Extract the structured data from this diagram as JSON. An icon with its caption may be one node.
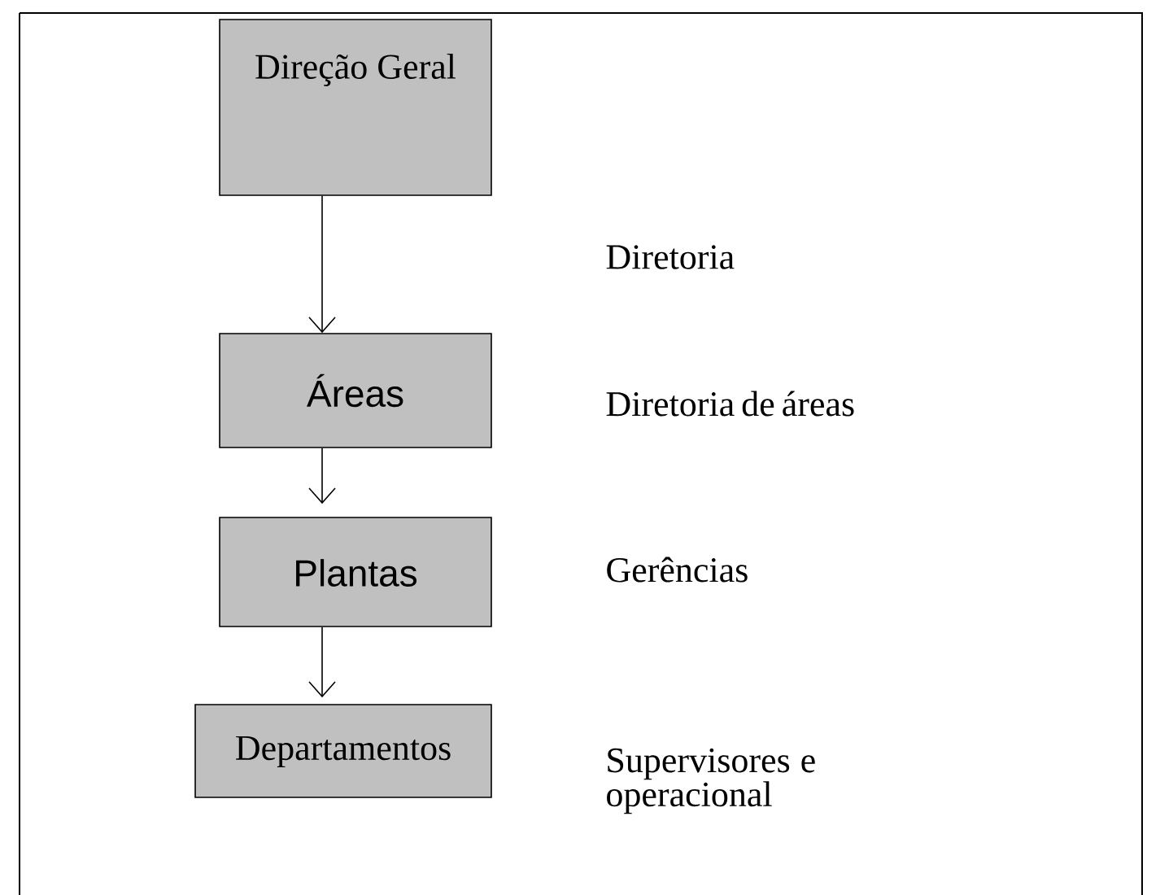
{
  "diagram": {
    "nodes": [
      {
        "text": [
          "Direção Geral"
        ]
      },
      {
        "text": [
          "Áreas"
        ]
      },
      {
        "text": [
          "Plantas"
        ]
      },
      {
        "text": [
          "Departamentos"
        ]
      }
    ],
    "edges": [
      {
        "from": 0,
        "to": 1,
        "arrow": "to"
      },
      {
        "from": 1,
        "to": 2,
        "arrow": "to"
      },
      {
        "from": 2,
        "to": 3,
        "arrow": "to"
      }
    ],
    "labels": [
      "Diretoria",
      "Diretoria de áreas",
      "Gerências",
      "Supervisores e operacional"
    ]
  }
}
